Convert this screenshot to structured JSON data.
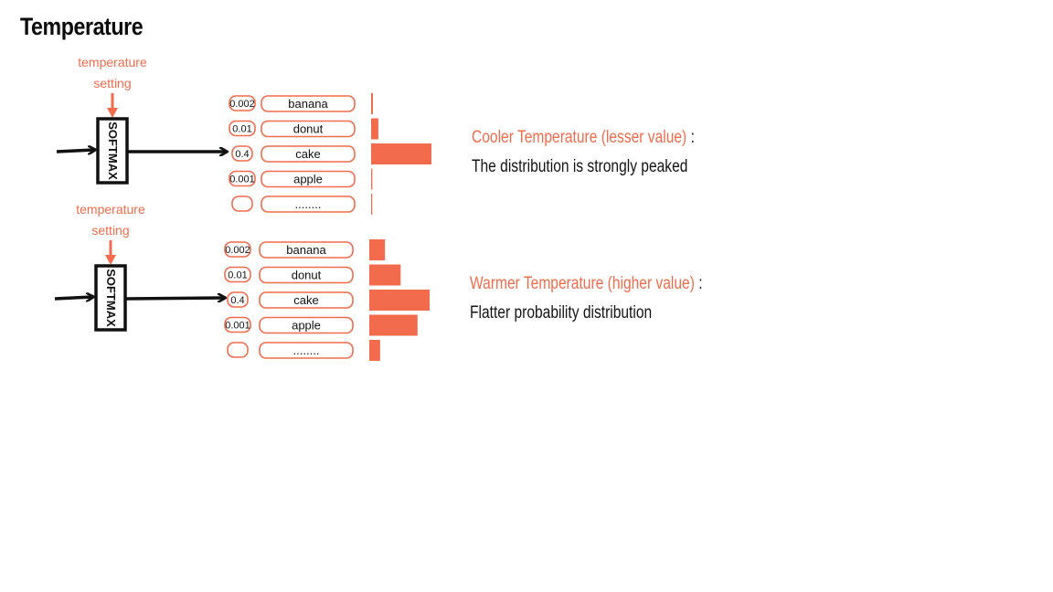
{
  "title": "Temperature",
  "colors": {
    "accent": "#f26b4c",
    "ink": "#111111"
  },
  "panels": [
    {
      "label_line1": "temperature",
      "label_line2": "setting",
      "softmax_label": "SOFTMAX",
      "tokens": [
        {
          "prob": "0.002",
          "word": "banana",
          "bar": 0.03
        },
        {
          "prob": "0.01",
          "word": "donut",
          "bar": 0.12
        },
        {
          "prob": "0.4",
          "word": "cake",
          "bar": 1.0
        },
        {
          "prob": "0.001",
          "word": "apple",
          "bar": 0.02
        },
        {
          "prob": "",
          "word": "........",
          "bar": 0.01
        }
      ],
      "heading": "Cooler Temperature (lesser value)",
      "colon": ":",
      "description": "The distribution is strongly peaked"
    },
    {
      "label_line1": "temperature",
      "label_line2": "setting",
      "softmax_label": "SOFTMAX",
      "tokens": [
        {
          "prob": "0.002",
          "word": "banana",
          "bar": 0.26
        },
        {
          "prob": "0.01",
          "word": "donut",
          "bar": 0.52
        },
        {
          "prob": "0.4",
          "word": "cake",
          "bar": 1.0
        },
        {
          "prob": "0.001",
          "word": "apple",
          "bar": 0.8
        },
        {
          "prob": "",
          "word": "........",
          "bar": 0.18
        }
      ],
      "heading": "Warmer Temperature (higher value)",
      "colon": ":",
      "description": "Flatter probability distribution"
    }
  ]
}
